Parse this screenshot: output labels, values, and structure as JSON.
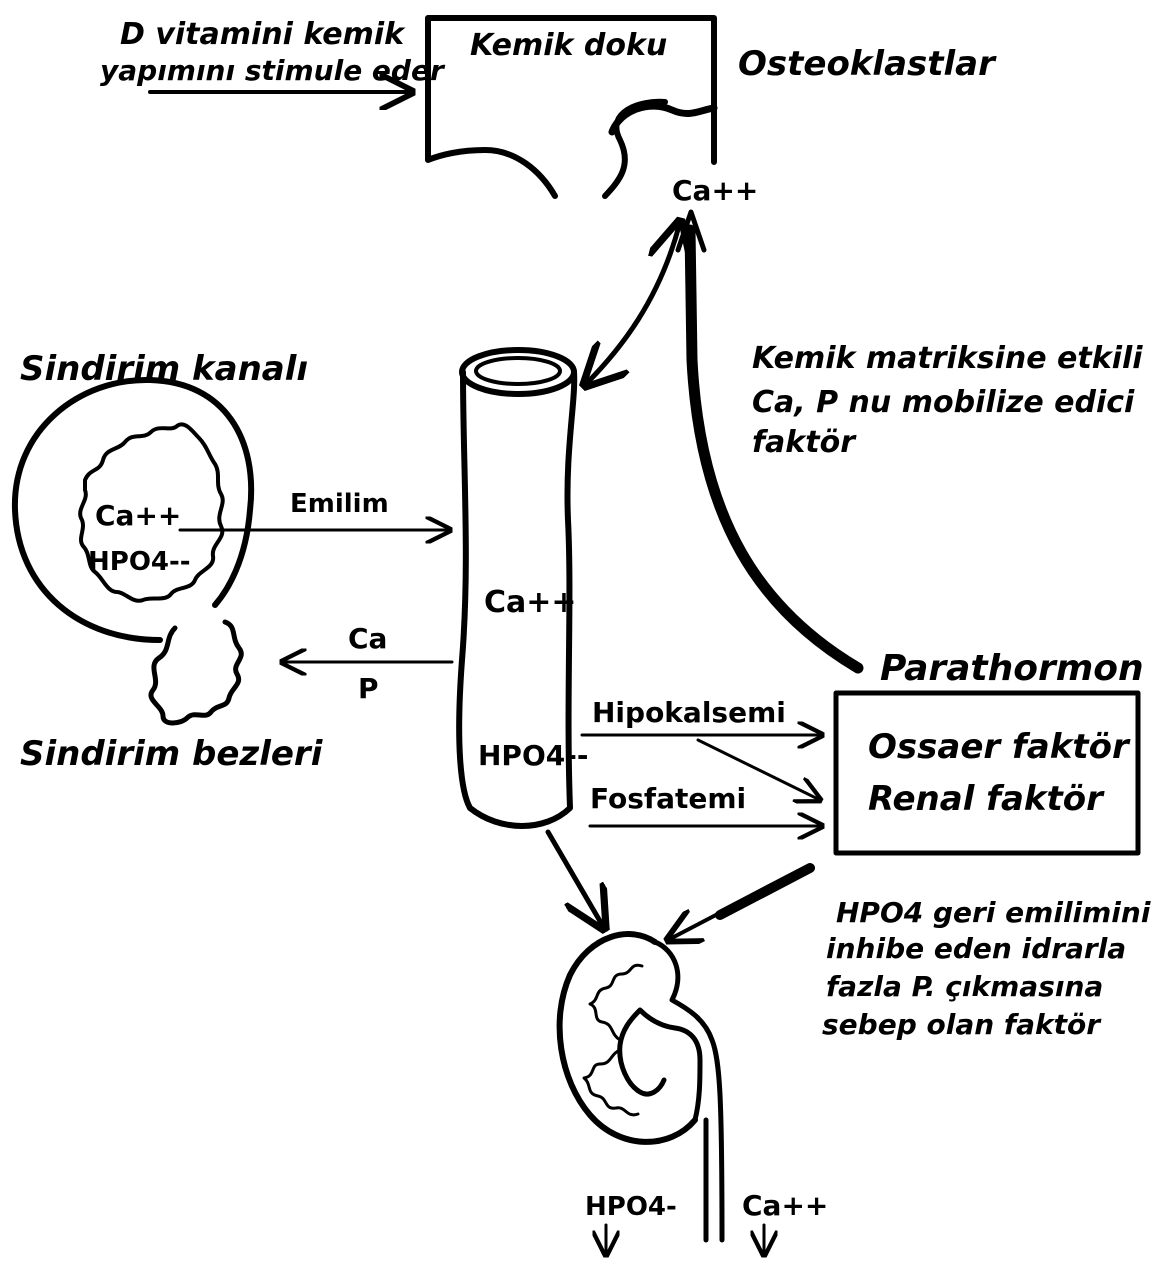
{
  "bone": {
    "vitamin_d_line1": "D vitamini kemik",
    "vitamin_d_line2": "yapımını stimule eder",
    "box_label": "Kemik doku",
    "osteoclasts": "Osteoklastlar",
    "ca_top": "Ca++"
  },
  "matrix_factor": {
    "line1": "Kemik matriksine etkili",
    "line2": "Ca, P nu mobilize edici",
    "line3": "faktör"
  },
  "gut": {
    "canal_label": "Sindirim kanalı",
    "glands_label": "Sindirim bezleri",
    "ca": "Ca++",
    "hpo4": "HPO4--",
    "absorption": "Emilim",
    "return_ca": "Ca",
    "return_p": "P"
  },
  "vessel": {
    "ca": "Ca++",
    "hpo4": "HPO4--"
  },
  "parathormone": {
    "title": "Parathormon",
    "factor1": "Ossaer faktör",
    "factor2": "Renal faktör",
    "hypocalcemia": "Hipokalsemi",
    "phosphatemia": "Fosfatemi"
  },
  "renal_note": {
    "line1": "HPO4 geri emilimini",
    "line2": "inhibe eden idrarla",
    "line3": "fazla P. çıkmasına",
    "line4": "sebep olan faktör"
  },
  "kidney": {
    "hpo4_out": "HPO4-",
    "ca_out": "Ca++"
  }
}
